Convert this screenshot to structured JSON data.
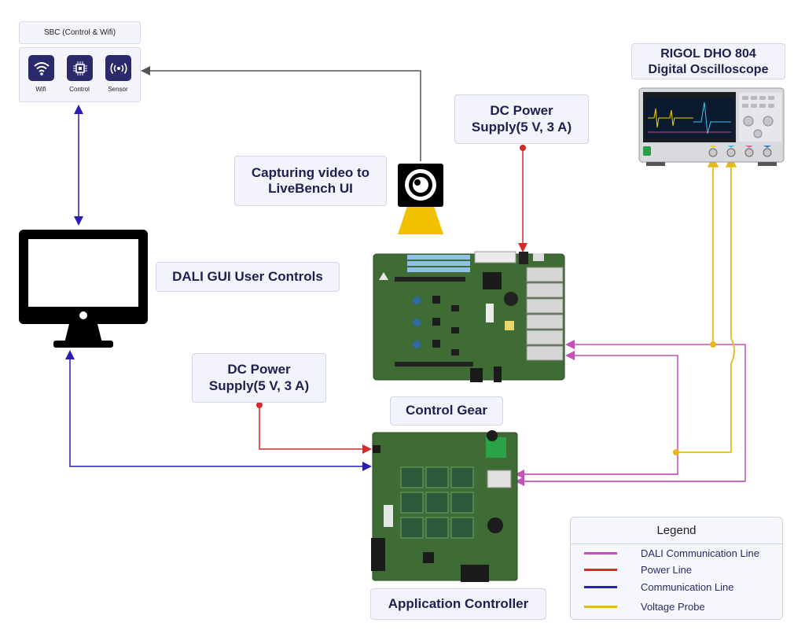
{
  "sbc": {
    "title": "SBC (Control & Wifi)",
    "items": [
      {
        "label": "Wifi",
        "icon": "wifi-icon"
      },
      {
        "label": "Control",
        "icon": "chip-icon"
      },
      {
        "label": "Sensor",
        "icon": "sensor-icon"
      }
    ]
  },
  "labels": {
    "capture": "Capturing video to LiveBench UI",
    "dc_power_top": "DC Power Supply(5 V, 3 A)",
    "dc_power_mid": "DC Power Supply(5 V, 3 A)",
    "dali_gui": "DALI GUI User Controls",
    "control_gear": "Control Gear",
    "app_controller": "Application Controller",
    "scope_line1": "RIGOL DHO 804",
    "scope_line2": "Digital Oscilloscope"
  },
  "legend": {
    "title": "Legend",
    "items": [
      {
        "label": "DALI Communication Line",
        "color": "#c452b8"
      },
      {
        "label": "Power Line",
        "color": "#d42a2a"
      },
      {
        "label": "Communication Line",
        "color": "#2a1fb4"
      },
      {
        "label": "Voltage Probe",
        "color": "#e8b81a"
      }
    ]
  },
  "colors": {
    "dali": "#c452b8",
    "power": "#d42a2a",
    "comm": "#2a1fb4",
    "probe": "#e8b81a",
    "video": "#555555",
    "board_green": "#3f6b35"
  }
}
